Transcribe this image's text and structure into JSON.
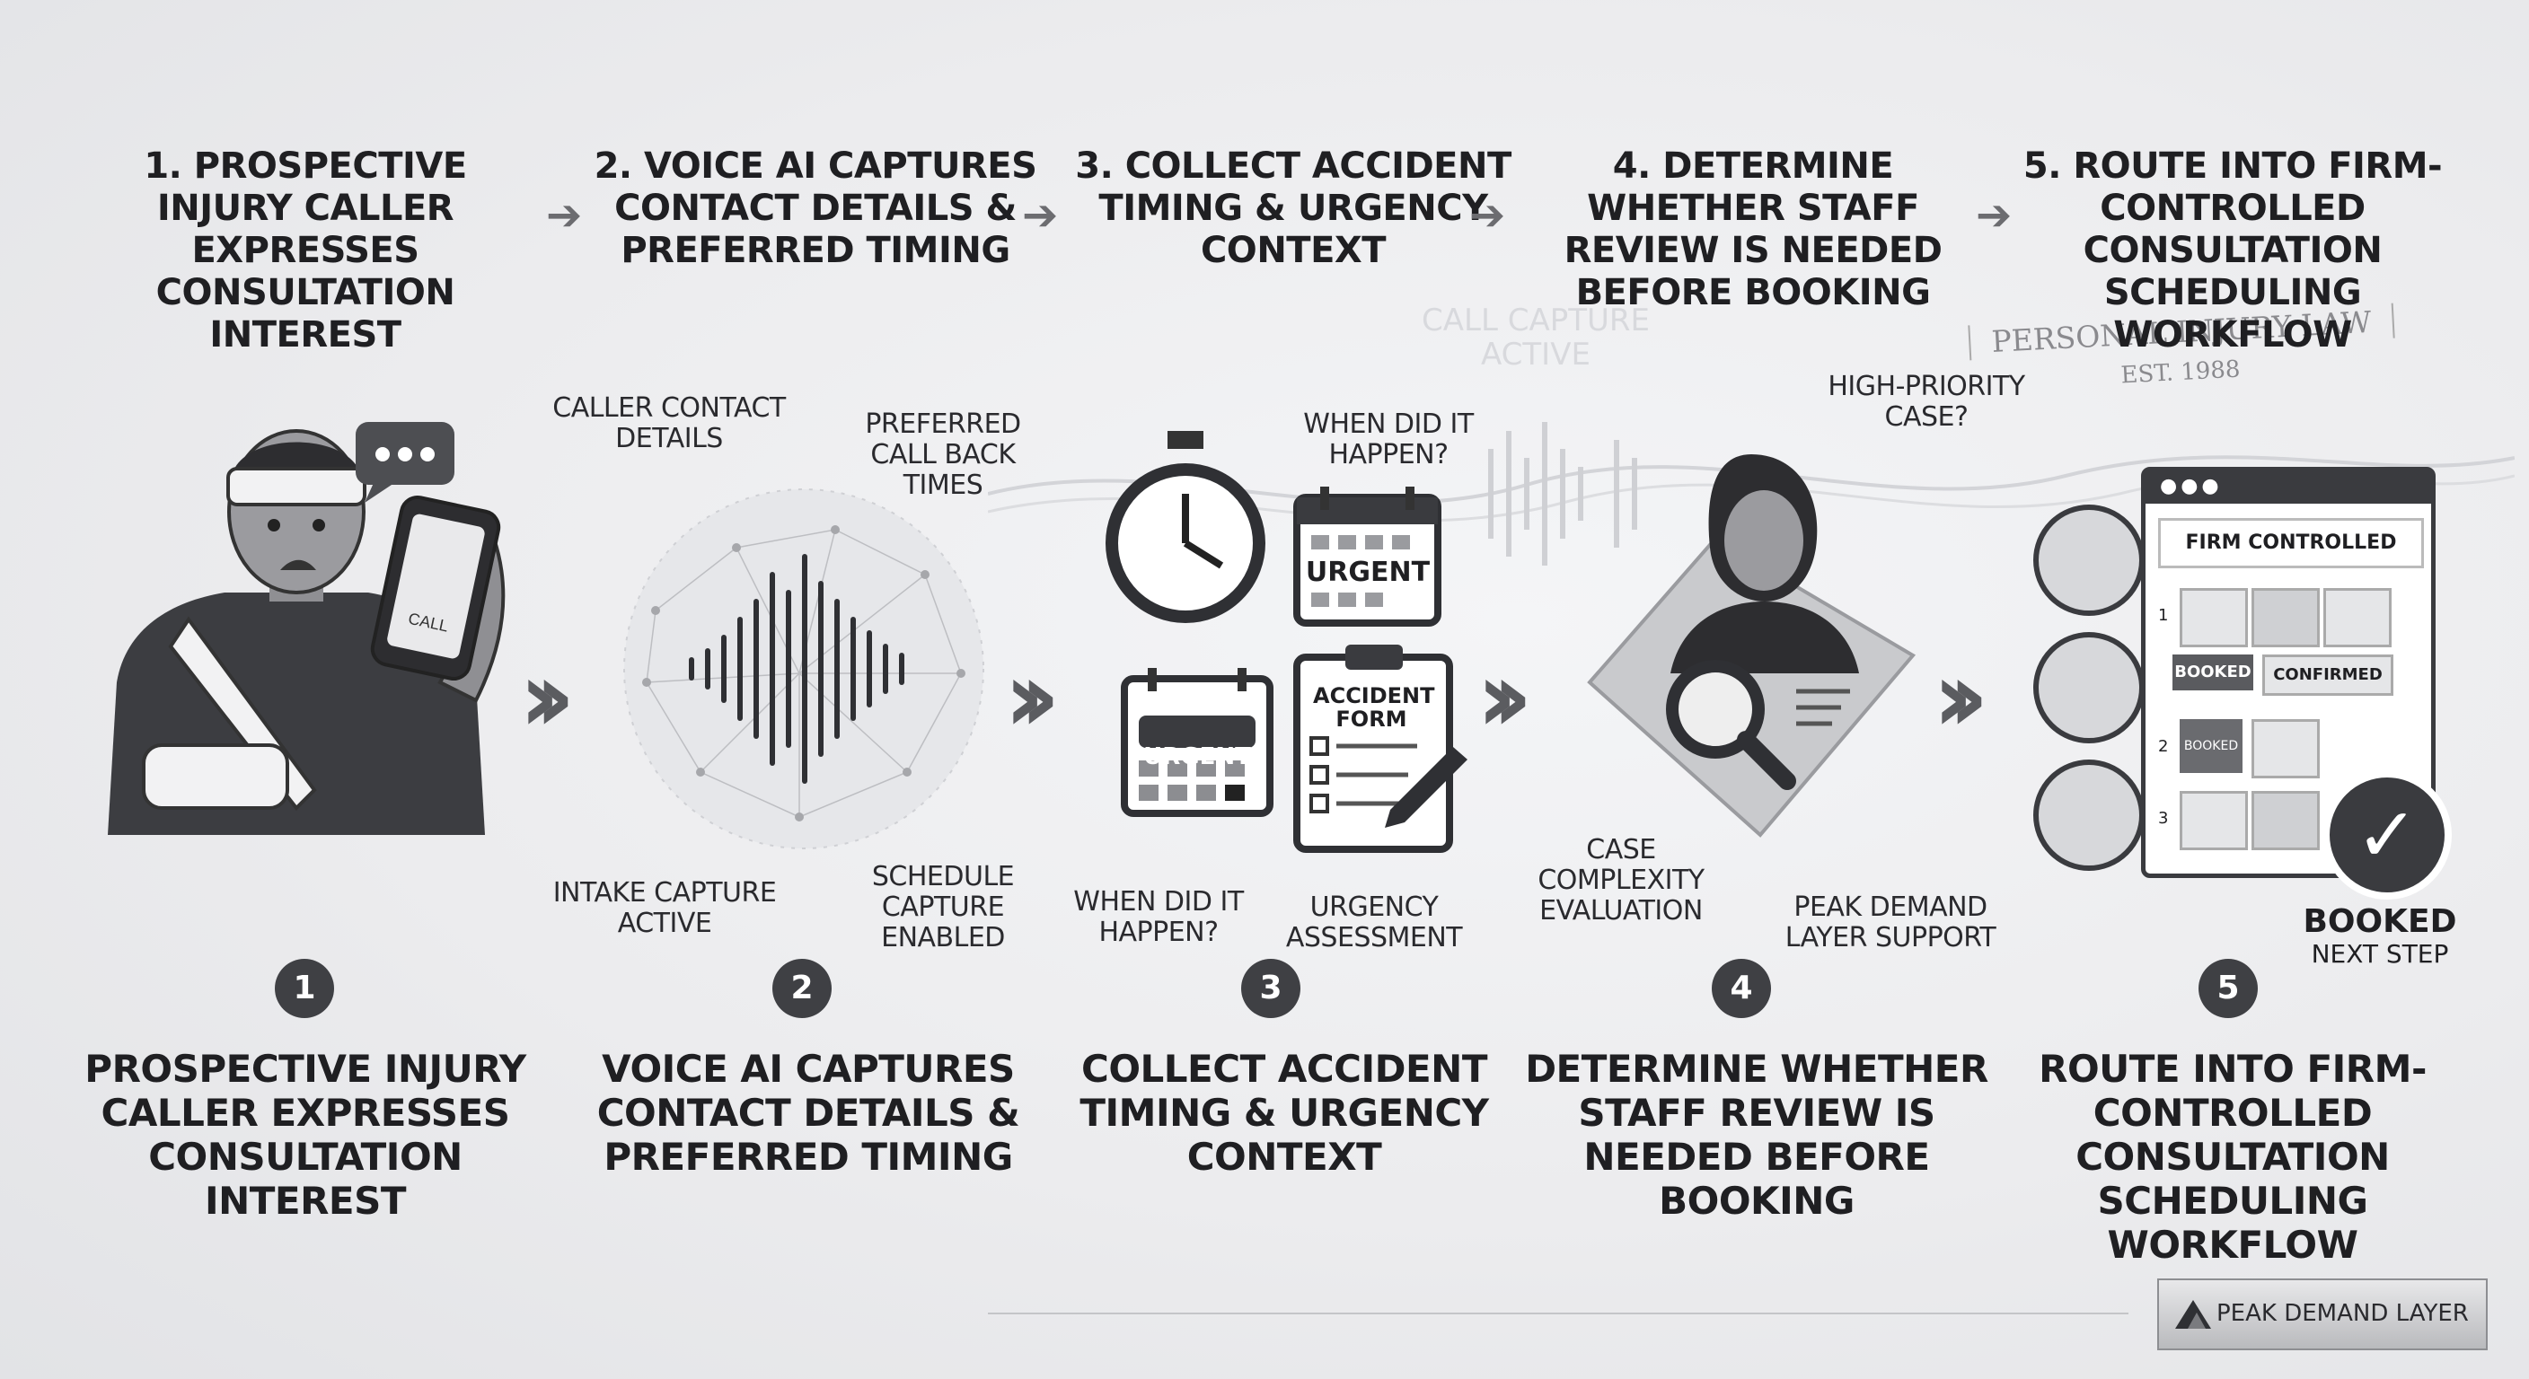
{
  "steps": [
    {
      "num": "1",
      "title": "1. PROSPECTIVE INJURY CALLER EXPRESSES CONSULTATION INTEREST",
      "bottom": "PROSPECTIVE INJURY CALLER EXPRESSES CONSULTATION INTEREST"
    },
    {
      "num": "2",
      "title": "2. VOICE AI CAPTURES CONTACT DETAILS & PREFERRED TIMING",
      "bottom": "VOICE AI CAPTURES CONTACT DETAILS & PREFERRED TIMING"
    },
    {
      "num": "3",
      "title": "3. COLLECT ACCIDENT TIMING & URGENCY CONTEXT",
      "bottom": "COLLECT ACCIDENT TIMING & URGENCY CONTEXT"
    },
    {
      "num": "4",
      "title": "4. DETERMINE WHETHER STAFF REVIEW IS NEEDED BEFORE BOOKING",
      "bottom": "DETERMINE WHETHER STAFF REVIEW IS NEEDED BEFORE BOOKING"
    },
    {
      "num": "5",
      "title": "5. ROUTE INTO FIRM-CONTROLLED CONSULTATION SCHEDULING WORKFLOW",
      "bottom": "ROUTE INTO FIRM-CONTROLLED CONSULTATION SCHEDULING WORKFLOW"
    }
  ],
  "watermarks": {
    "call_capture": "CALL CAPTURE ACTIVE",
    "law_firm": "PERSONAL INJURY LAW",
    "est": "EST. 1988"
  },
  "phone_label": "CALL",
  "callouts": {
    "caller_contact": "CALLER CONTACT DETAILS",
    "preferred_callback": "PREFERRED CALL BACK TIMES",
    "intake_capture": "INTAKE CAPTURE ACTIVE",
    "schedule_capture": "SCHEDULE CAPTURE ENABLED",
    "when_top": "WHEN DID IT HAPPEN?",
    "when_bottom": "WHEN DID IT HAPPEN?",
    "urgency_assessment": "URGENCY ASSESSMENT",
    "high_priority": "HIGH-PRIORITY CASE?",
    "case_complexity": "CASE COMPLEXITY EVALUATION",
    "peak_support": "PEAK DEMAND LAYER SUPPORT"
  },
  "calendar_urgent": "URGENT",
  "accident_form": "ACCIDENT FORM",
  "scheduler": {
    "header": "FIRM CONTROLLED",
    "row1": "1",
    "row2": "2",
    "row3": "3",
    "booked_a": "BOOKED",
    "confirmed": "CONFIRMED",
    "booked_b": "BOOKED"
  },
  "booked_label": "BOOKED",
  "next_step_label": "NEXT STEP",
  "footer_logo": "PEAK DEMAND LAYER"
}
